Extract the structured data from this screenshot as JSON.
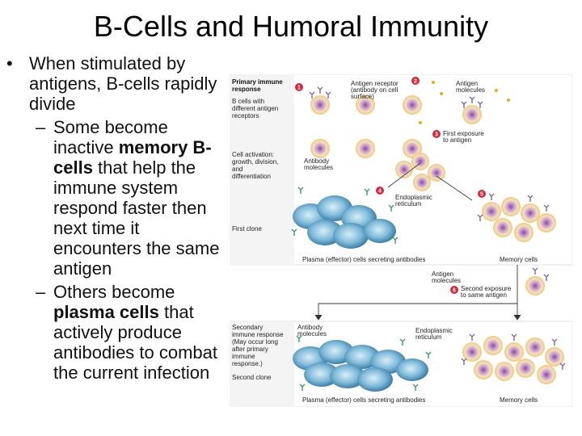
{
  "slide": {
    "title": "B-Cells and Humoral Immunity",
    "bullet_main": "When stimulated by antigens, B-cells rapidly divide",
    "sub1_a": "Some become inactive ",
    "sub1_bold": "memory B-cells",
    "sub1_b": " that help the immune system respond faster then next time it encounters the same antigen",
    "sub2_a": "Others become ",
    "sub2_bold": "plasma cells",
    "sub2_b": " that actively produce antibodies to combat the current infection"
  },
  "diagram": {
    "primary": [
      "Primary immune",
      "response"
    ],
    "bcells": [
      "B cells with",
      "different antigen",
      "receptors"
    ],
    "activation": [
      "Cell activation:",
      "growth, division,",
      "and",
      "differentiation"
    ],
    "first_clone": "First clone",
    "antigen_receptor": [
      "Antigen receptor",
      "(antibody on cell",
      "surface)"
    ],
    "antigen_molecules": [
      "Antigen",
      "molecules"
    ],
    "first_exposure": [
      "First exposure",
      "to antigen"
    ],
    "antibody_molecules": [
      "Antibody",
      "molecules"
    ],
    "er": [
      "Endoplasmic",
      "reticulum"
    ],
    "plasma_caption": "Plasma (effector) cells secreting antibodies",
    "memory_cells": "Memory cells",
    "antigen_molecules_2": [
      "Antigen",
      "molecules"
    ],
    "second_exposure": [
      "Second exposure",
      "to same antigen"
    ],
    "secondary": [
      "Secondary",
      "immune response",
      "(May occur long",
      "after primary",
      "immune",
      "response.)"
    ],
    "second_clone": "Second clone",
    "antibody_molecules_2": [
      "Antibody",
      "molecules"
    ],
    "er_2": [
      "Endoplasmic",
      "reticulum"
    ],
    "plasma_caption_2": "Plasma (effector) cells secreting antibodies",
    "memory_cells_2": "Memory cells",
    "steps": [
      "1",
      "2",
      "3",
      "4",
      "5",
      "6"
    ]
  }
}
